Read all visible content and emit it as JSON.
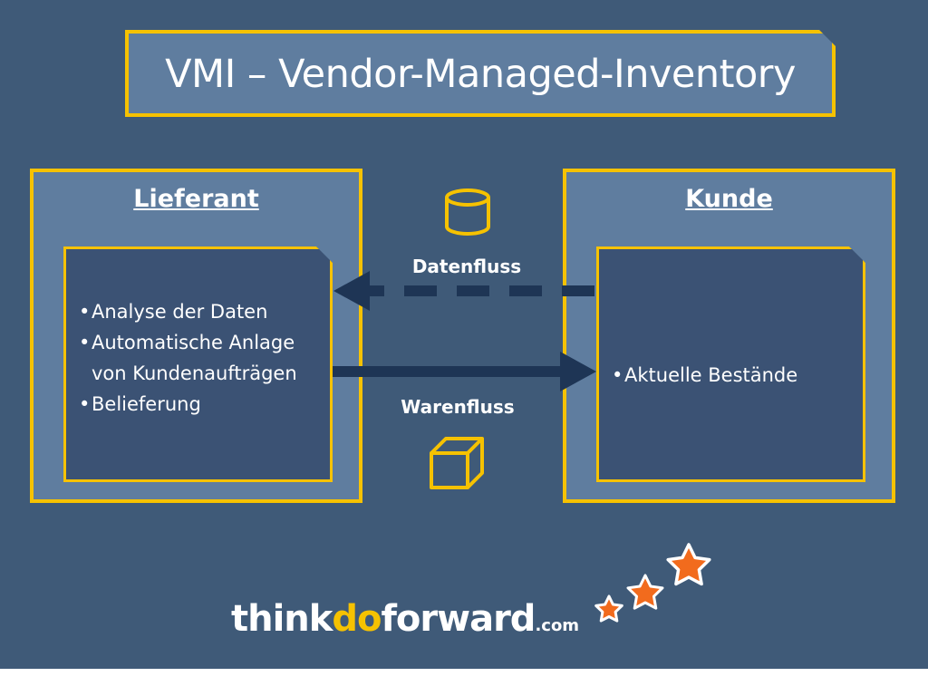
{
  "title": "VMI – Vendor-Managed-Inventory",
  "left_panel": {
    "heading": "Lieferant",
    "bullets": [
      "Analyse der Daten",
      "Automatische Anlage von Kundenaufträgen",
      "Belieferung"
    ]
  },
  "right_panel": {
    "heading": "Kunde",
    "bullets": [
      "Aktuelle Bestände"
    ]
  },
  "flows": {
    "data_label": "Datenfluss",
    "goods_label": "Warenfluss"
  },
  "logo": {
    "part1": "think",
    "part2": "do",
    "part3": "forward",
    "suffix": ".com"
  },
  "icons": {
    "data": "database-icon",
    "goods": "box-icon",
    "stars": "stars-icon"
  },
  "colors": {
    "background": "#3f5a78",
    "accent": "#f6c200",
    "arrow": "#1e3555",
    "star": "#f26b1d"
  }
}
